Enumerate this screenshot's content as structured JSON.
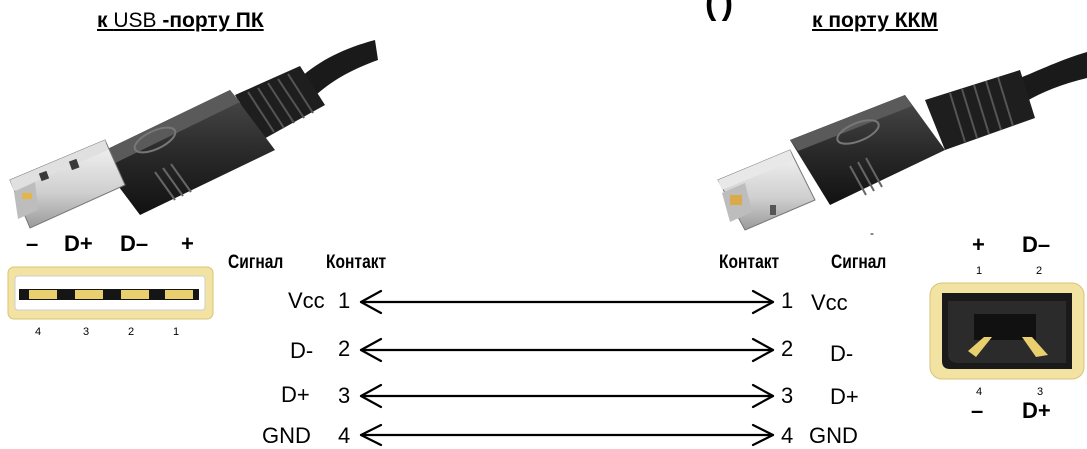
{
  "headers": {
    "left_prefix": "к ",
    "left_usb": "USB",
    "left_suffix": " -порту ПК",
    "right": "к порту ККМ",
    "right_partial": "(   )"
  },
  "columns": {
    "left_signal": "Сигнал",
    "left_contact": "Контакт",
    "right_contact": "Контакт",
    "right_signal": "Сигнал"
  },
  "rows": [
    {
      "left_signal": "Vcc",
      "left_pin": "1",
      "right_pin": "1",
      "right_signal": "Vcc"
    },
    {
      "left_signal": "D-",
      "left_pin": "2",
      "right_pin": "2",
      "right_signal": "D-"
    },
    {
      "left_signal": "D+",
      "left_pin": "3",
      "right_pin": "3",
      "right_signal": "D+"
    },
    {
      "left_signal": "GND",
      "left_pin": "4",
      "right_pin": "4",
      "right_signal": "GND"
    }
  ],
  "usb_a_socket": {
    "labels": [
      "–",
      "D+",
      "D–",
      "+"
    ],
    "numbers": [
      "4",
      "3",
      "2",
      "1"
    ]
  },
  "usb_b_socket": {
    "top_labels": [
      "+",
      "D–"
    ],
    "top_numbers": [
      "1",
      "2"
    ],
    "bottom_numbers": [
      "4",
      "3"
    ],
    "bottom_labels": [
      "–",
      "D+"
    ]
  },
  "stray_mark": "-",
  "colors": {
    "socket_gold": "#f2e3a2",
    "plug_body": "#2b2b2b",
    "contact_gold": "#e9cf6e"
  }
}
